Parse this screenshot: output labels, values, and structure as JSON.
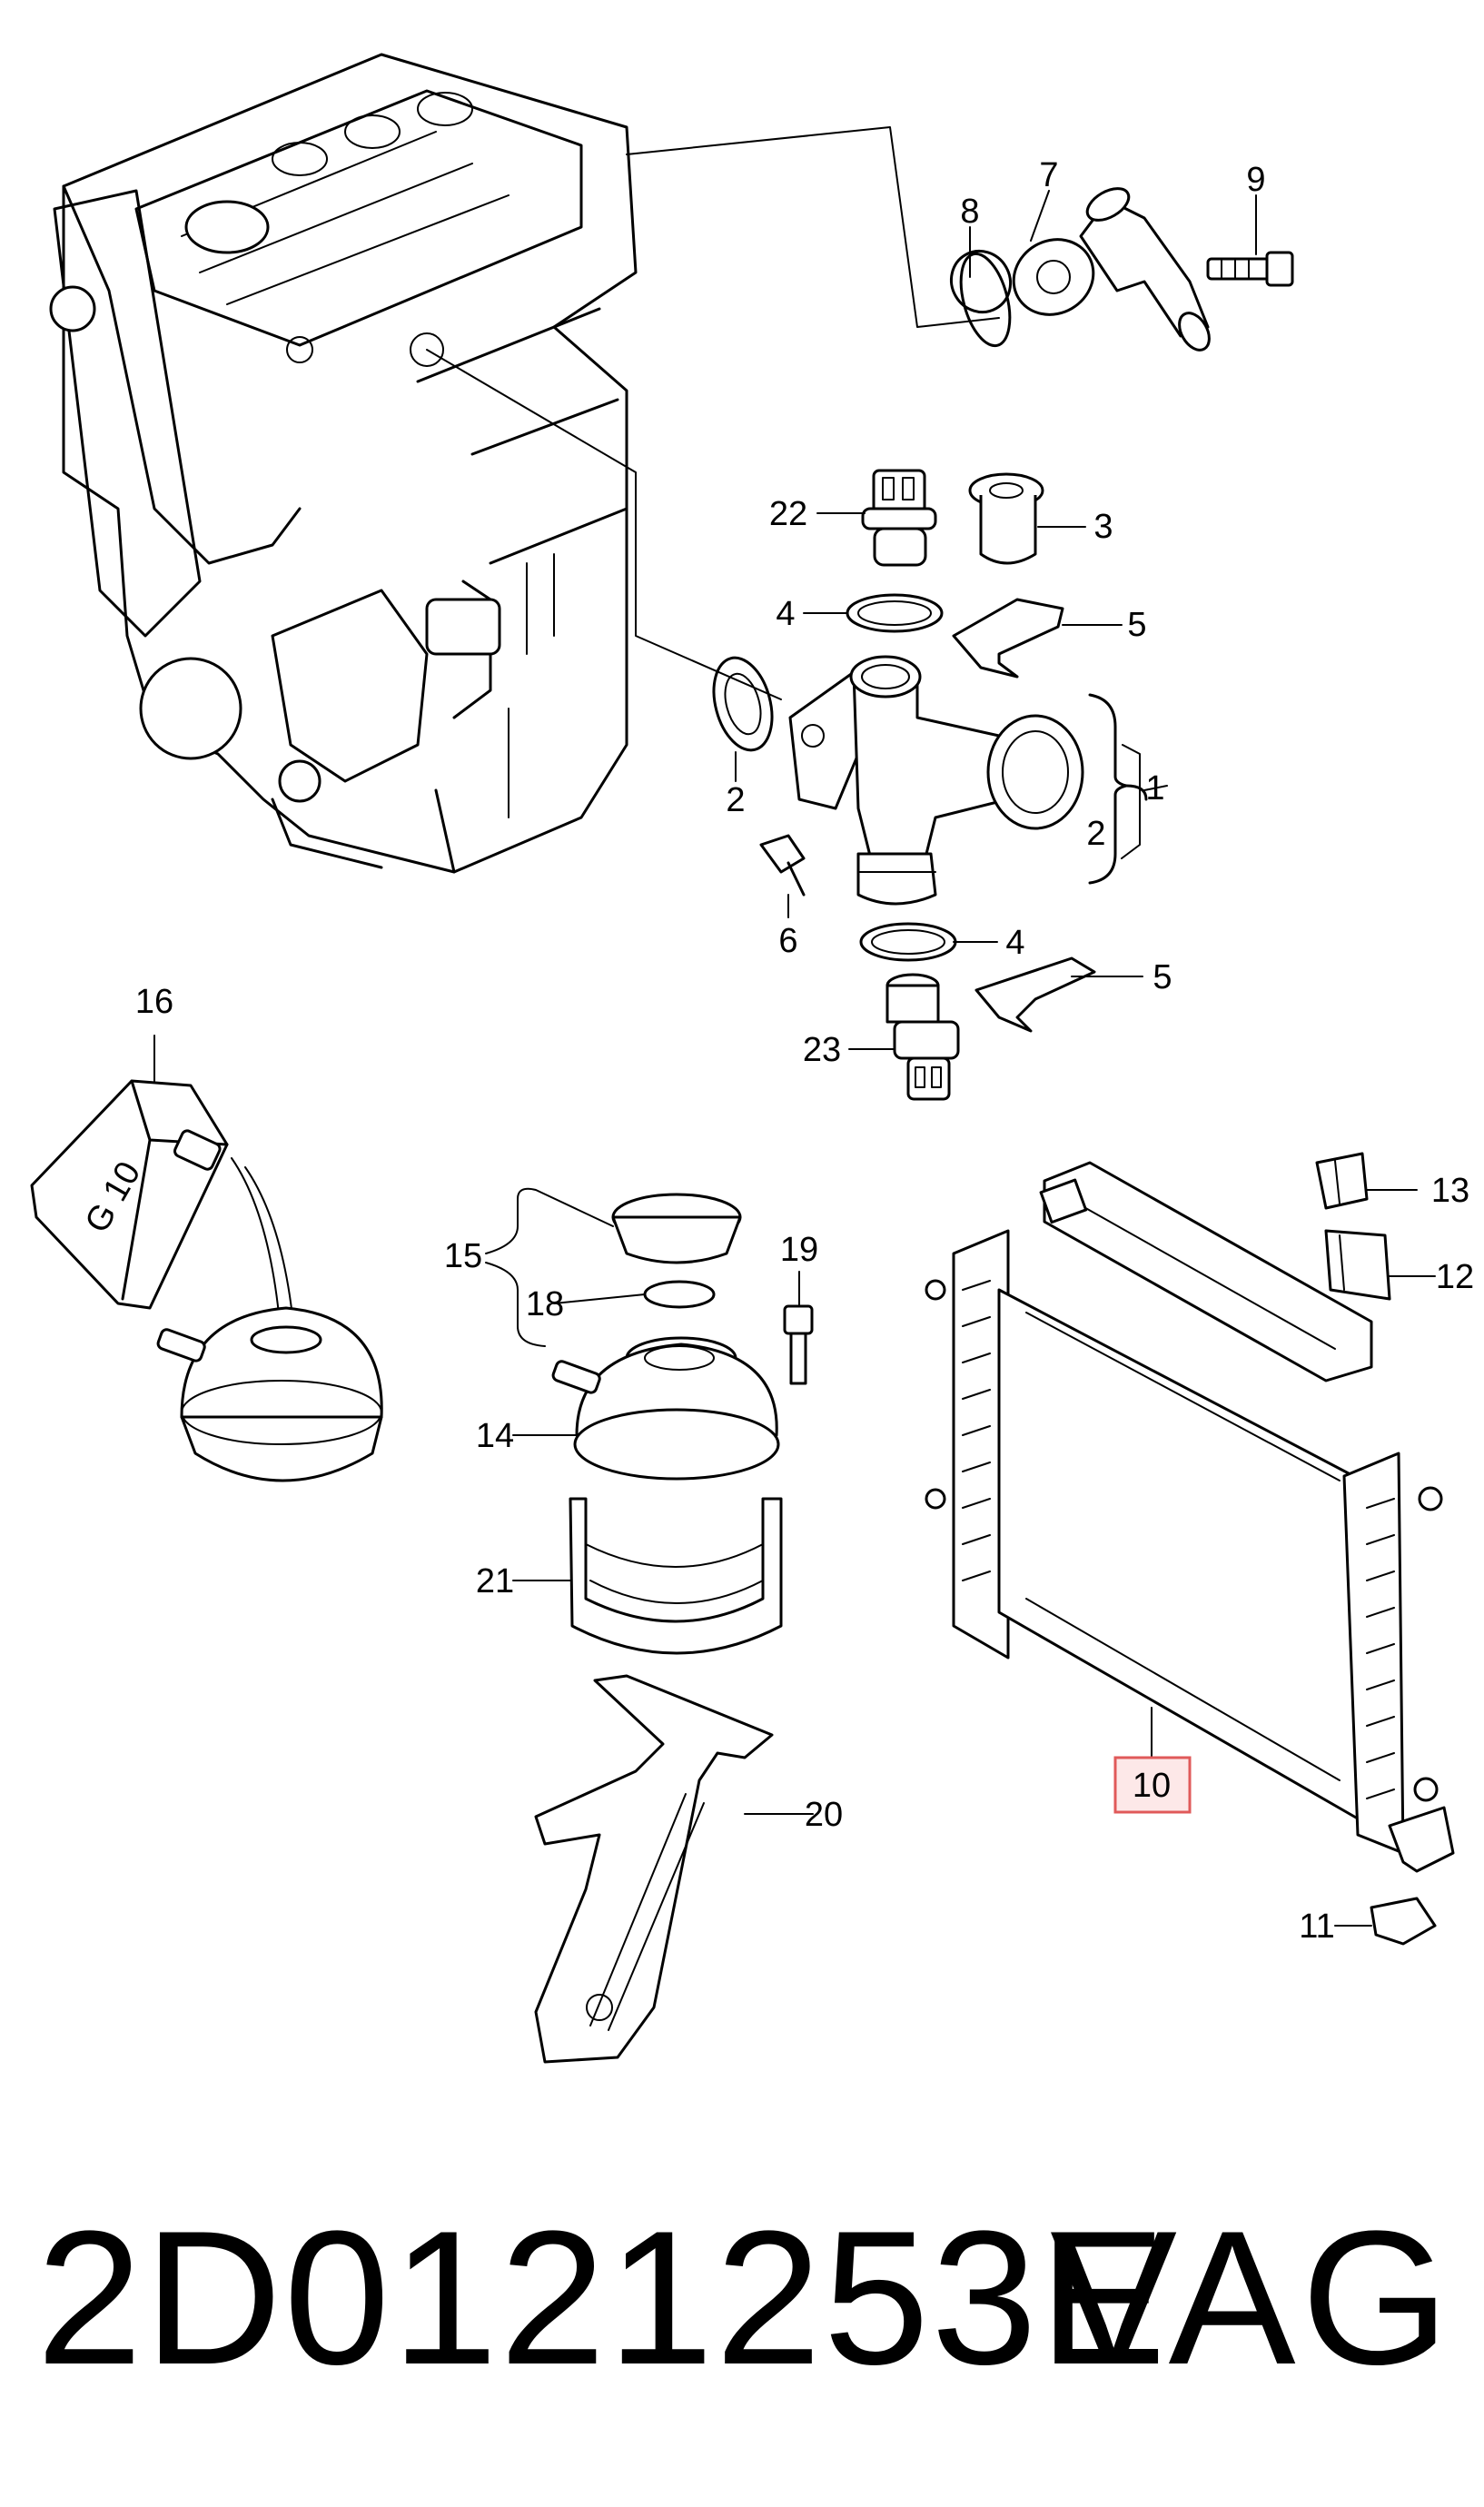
{
  "callouts": {
    "c1": "1",
    "c2a": "2",
    "c2b": "2",
    "c3": "3",
    "c4a": "4",
    "c4b": "4",
    "c5a": "5",
    "c5b": "5",
    "c6": "6",
    "c7": "7",
    "c8": "8",
    "c9": "9",
    "c10": "10",
    "c11": "11",
    "c12": "12",
    "c13": "13",
    "c14": "14",
    "c15": "15",
    "c16": "16",
    "c18": "18",
    "c19": "19",
    "c20": "20",
    "c21": "21",
    "c22": "22",
    "c23": "23"
  },
  "reservoir_bottle_label": "G 10",
  "highlighted_callout": "10",
  "highlight_color": "#e05a5a",
  "footer": {
    "part_number": "2D0121253E",
    "brand": "VAG"
  }
}
